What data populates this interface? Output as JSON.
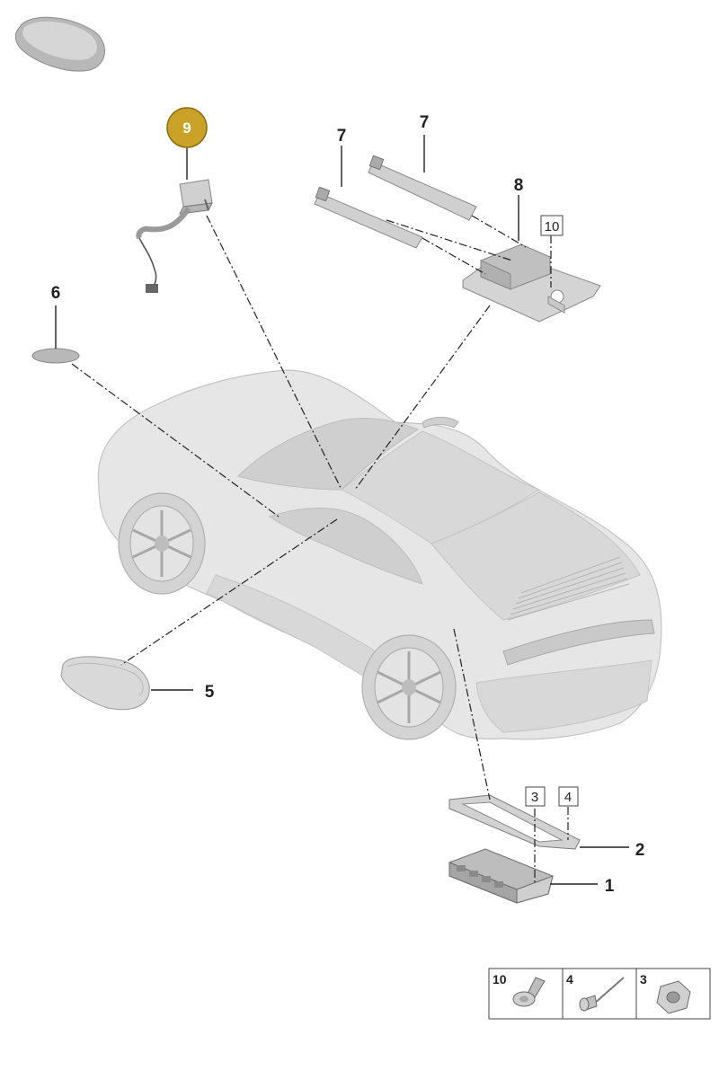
{
  "diagram": {
    "callouts": [
      {
        "id": "1",
        "text": "1"
      },
      {
        "id": "2",
        "text": "2"
      },
      {
        "id": "3",
        "text": "3"
      },
      {
        "id": "4",
        "text": "4"
      },
      {
        "id": "5",
        "text": "5"
      },
      {
        "id": "6",
        "text": "6"
      },
      {
        "id": "7a",
        "text": "7"
      },
      {
        "id": "7b",
        "text": "7"
      },
      {
        "id": "8",
        "text": "8"
      },
      {
        "id": "9",
        "text": "9",
        "highlighted": true
      },
      {
        "id": "10",
        "text": "10"
      }
    ],
    "legend": [
      {
        "number": "10",
        "icon": "bolt-icon"
      },
      {
        "number": "4",
        "icon": "rivet-icon"
      },
      {
        "number": "3",
        "icon": "nut-icon"
      }
    ],
    "colors": {
      "highlight_fill": "#c9a227",
      "highlight_stroke": "#8c6d0f",
      "part_gray": "#d0d0d0",
      "car_gray": "#e6e6e6",
      "line": "#222222"
    }
  }
}
